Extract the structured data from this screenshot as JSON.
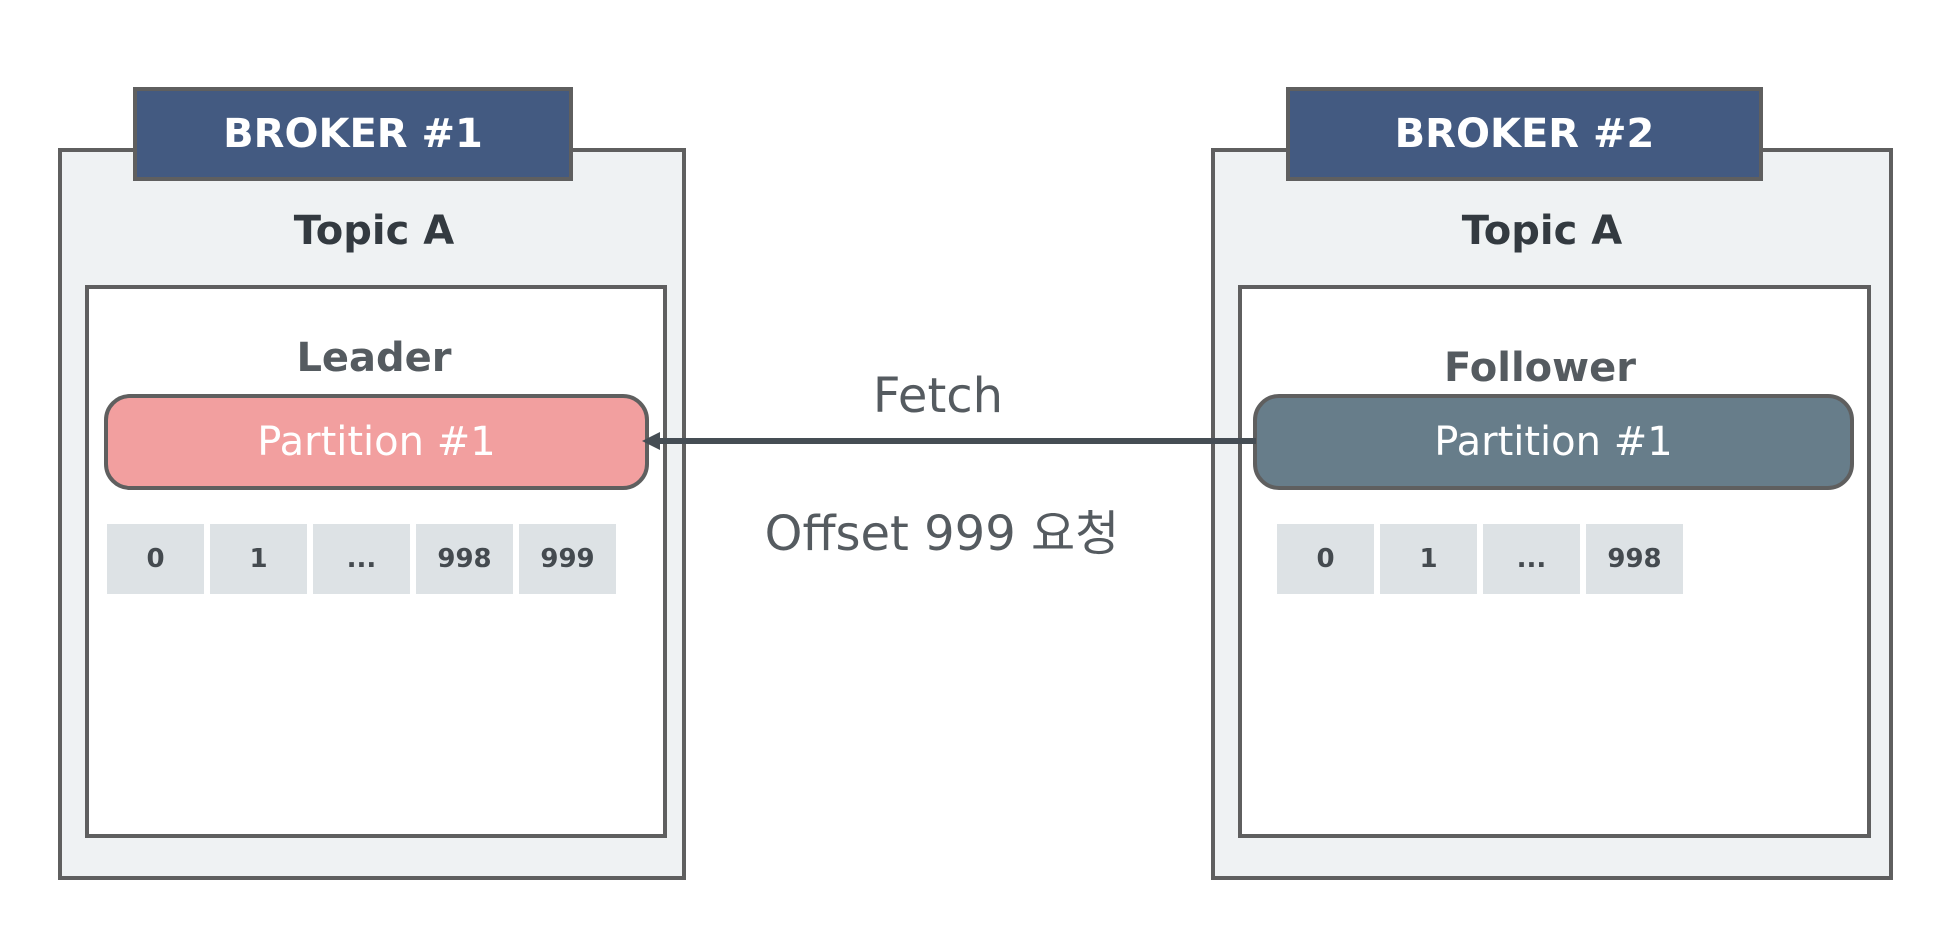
{
  "brokers": [
    {
      "title": "BROKER #1",
      "topic": "Topic A",
      "role": "Leader",
      "partition": "Partition #1",
      "offsets": [
        "0",
        "1",
        "...",
        "998",
        "999"
      ]
    },
    {
      "title": "BROKER #2",
      "topic": "Topic A",
      "role": "Follower",
      "partition": "Partition #1",
      "offsets": [
        "0",
        "1",
        "...",
        "998"
      ]
    }
  ],
  "arrow": {
    "label_top": "Fetch",
    "label_bottom": "Offset 999 요청",
    "direction": "follower-to-leader"
  },
  "colors": {
    "broker_tag": "#435a81",
    "leader_partition": "#f29f9f",
    "follower_partition": "#677d8a",
    "broker_bg": "#eff2f3",
    "offset_cell": "#dde2e5",
    "border": "#5f5f5f"
  }
}
